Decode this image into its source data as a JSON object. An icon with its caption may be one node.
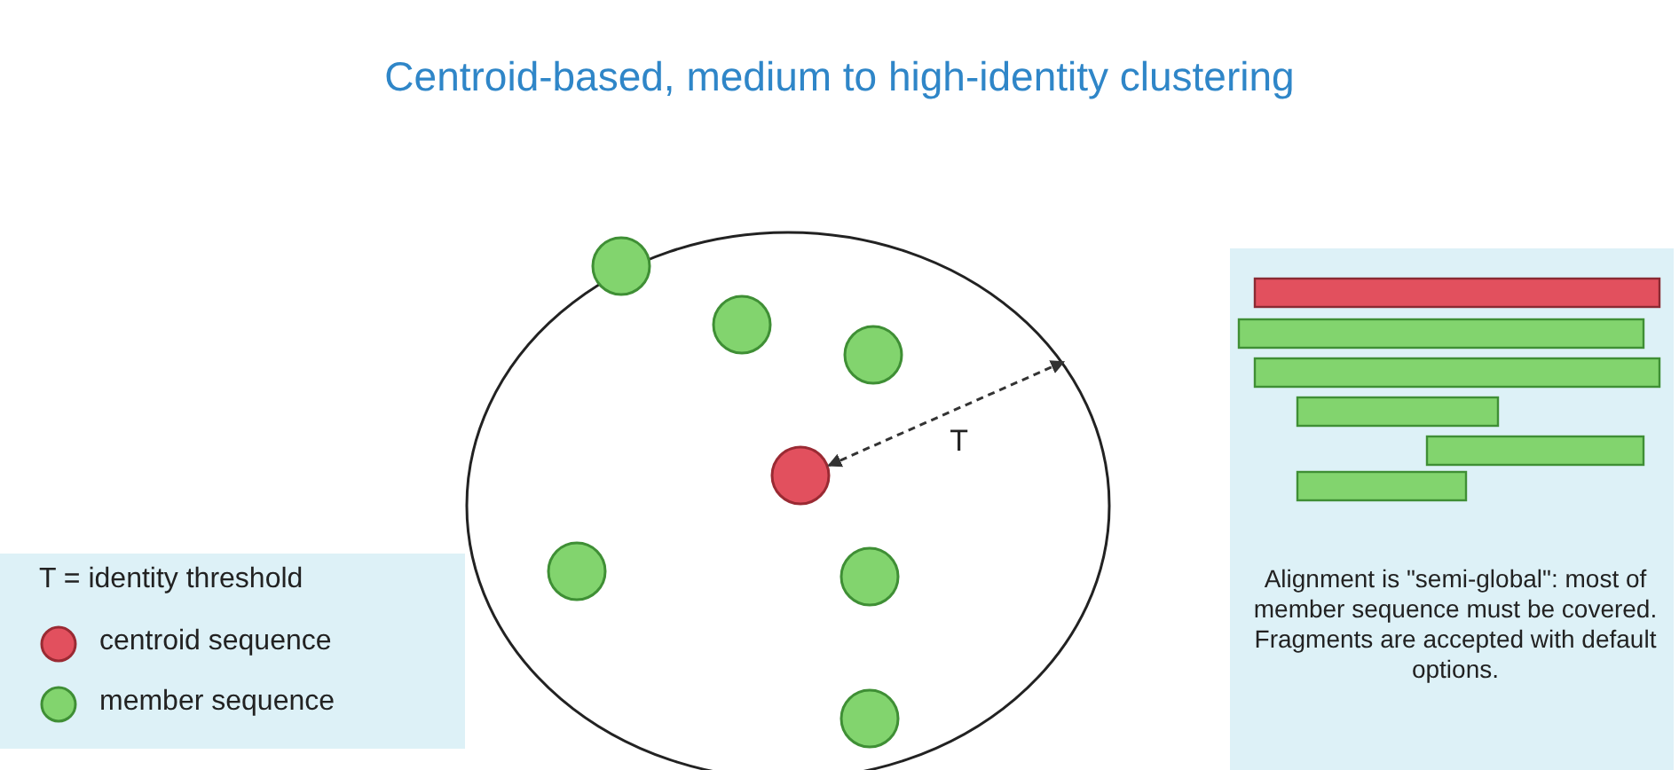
{
  "diagram": {
    "title": "Centroid-based, medium to high-identity clustering",
    "nodes": [
      {
        "text": [],
        "shape": "circle"
      },
      {
        "text": [],
        "shape": "circle",
        "in": 0
      },
      {
        "text": [],
        "shape": "circle",
        "in": 0
      },
      {
        "text": [],
        "shape": "circle",
        "in": 0
      },
      {
        "text": [],
        "shape": "circle",
        "in": 0
      },
      {
        "text": [],
        "shape": "circle",
        "in": 0
      },
      {
        "text": [],
        "shape": "circle",
        "in": 0
      },
      {
        "text": [],
        "shape": "circle",
        "in": 0
      },
      {
        "text": [
          "Alignment is \"semi-global\": most of member sequence must be covered. Fragments are accepted with default options."
        ]
      }
    ],
    "edges": [
      {
        "from": 1,
        "to": 0,
        "arrow": "both",
        "style": "dashed",
        "label": "T"
      }
    ],
    "labels": [
      "T = identity threshold"
    ],
    "legend": [
      {
        "text": "centroid sequence",
        "color": "#e2505e"
      },
      {
        "text": "member sequence",
        "color": "#82d46e"
      }
    ]
  }
}
